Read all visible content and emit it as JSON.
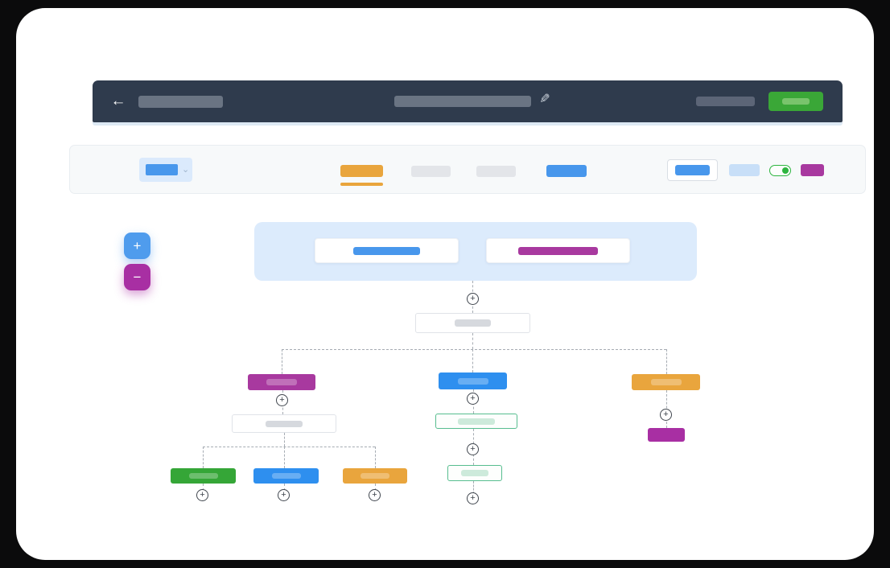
{
  "icons": {
    "back": "←",
    "edit": "✎",
    "chevron_down": "⌄",
    "zoom_in": "+",
    "zoom_out": "−",
    "add_node": "+"
  },
  "colors": {
    "page-bg": "#0b0b0c",
    "frame-bg": "#ffffff",
    "header-bg": "#2f3b4d",
    "header-ph": "#6a7483",
    "header-ph-dark": "#5c6577",
    "header-strip": "#dde9f4",
    "green": "#3aa737",
    "green-light": "#79c46c",
    "toolbar-bg": "#f7f9fa",
    "toolbar-border": "#e9edf1",
    "dropdown-bg": "#dbeafc",
    "blue": "#4897ec",
    "blue-node": "#2e8fef",
    "blue-pale": "#c8dff8",
    "orange": "#e9a53d",
    "tab-gray": "#e3e5e9",
    "toggle-green": "#2db53f",
    "purple": "#a8399f",
    "zoom-blue": "#4f9ced",
    "zoom-purple": "#a82fa3",
    "banner-bg": "#dcebfc",
    "node-green": "#35a637",
    "teal-border": "#57bd8f",
    "mint": "#cdeadb",
    "gray-bar": "#d6d9de",
    "box-border": "#e0e3e8",
    "dash": "#a6acb3",
    "plus-ink": "#3f454d"
  },
  "header": {
    "placeholders": [
      "title-bar",
      "flow-name-bar",
      "meta-bar"
    ],
    "primary_action": {
      "style": "green-filled",
      "label_placeholder": true
    }
  },
  "toolbar": {
    "dropdown": {
      "collapsed": true,
      "value_placeholder": true
    },
    "tabs": [
      {
        "style": "orange",
        "active": true
      },
      {
        "style": "gray",
        "active": false
      },
      {
        "style": "gray",
        "active": false
      },
      {
        "style": "blue",
        "active": false
      }
    ],
    "actions": [
      {
        "kind": "outlined-button",
        "fill": "blue"
      },
      {
        "kind": "bar",
        "fill": "pale-blue"
      },
      {
        "kind": "toggle",
        "state": "on"
      },
      {
        "kind": "chip",
        "fill": "purple"
      }
    ]
  },
  "canvas": {
    "banner_cards": [
      {
        "bar_fill": "blue"
      },
      {
        "bar_fill": "purple"
      }
    ],
    "flow_nodes": [
      {
        "id": "root",
        "kind": "outlined-gray"
      },
      {
        "id": "branch-left",
        "kind": "solid-purple"
      },
      {
        "id": "branch-center",
        "kind": "solid-blue"
      },
      {
        "id": "branch-right",
        "kind": "solid-orange"
      },
      {
        "id": "left-condition",
        "kind": "outlined-gray"
      },
      {
        "id": "left-child-1",
        "kind": "solid-green"
      },
      {
        "id": "left-child-2",
        "kind": "solid-blue"
      },
      {
        "id": "left-child-3",
        "kind": "solid-orange"
      },
      {
        "id": "center-step-1",
        "kind": "outlined-teal"
      },
      {
        "id": "center-step-2",
        "kind": "outlined-teal"
      },
      {
        "id": "right-child",
        "kind": "solid-purple-small"
      }
    ],
    "add_buttons_count": 9
  }
}
